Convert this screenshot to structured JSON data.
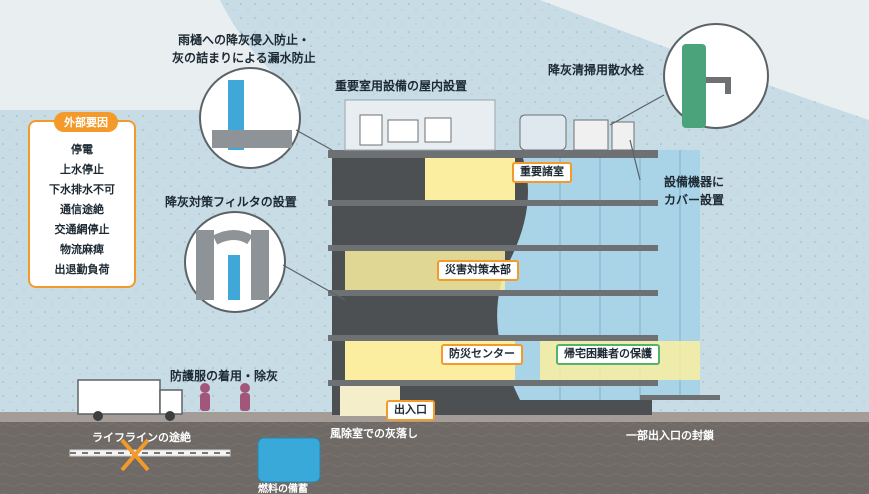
{
  "external_factors": {
    "title": "外部要因",
    "items": [
      "停電",
      "上水停止",
      "下水排水不可",
      "通信途絶",
      "交通網停止",
      "物流麻痺",
      "出退勤負荷"
    ]
  },
  "labels": {
    "rain_gutter_line1": "雨樋への降灰侵入防止・",
    "rain_gutter_line2": "灰の詰まりによる漏水防止",
    "rooftop_equipment": "重要室用設備の屋内設置",
    "sprinkler_faucet": "降灰清掃用散水栓",
    "equipment_cover_line1": "設備機器に",
    "equipment_cover_line2": "カバー設置",
    "ash_filter": "降灰対策フィルタの設置",
    "important_rooms": "重要諸室",
    "disaster_hq": "災害対策本部",
    "disaster_center": "防災センター",
    "stranded_protection": "帰宅困難者の保護",
    "entrance": "出入口",
    "protective_clothing": "防護服の着用・除灰",
    "lifeline_cut": "ライフラインの途絶",
    "windbreak_room": "風除室での灰落し",
    "partial_entrance_closure": "一部出入口の封鎖",
    "fuel_storage": "燃料の備蓄"
  },
  "colors": {
    "ash_cloud": "#c8dce6",
    "accent_orange": "#f39a2b",
    "accent_green": "#52b36a",
    "highlight_room": "#fbeea0",
    "glass": "#a9d4e8",
    "concrete": "#55595c",
    "ground": "#6f6a66",
    "fuel_tank": "#38a9d9"
  }
}
